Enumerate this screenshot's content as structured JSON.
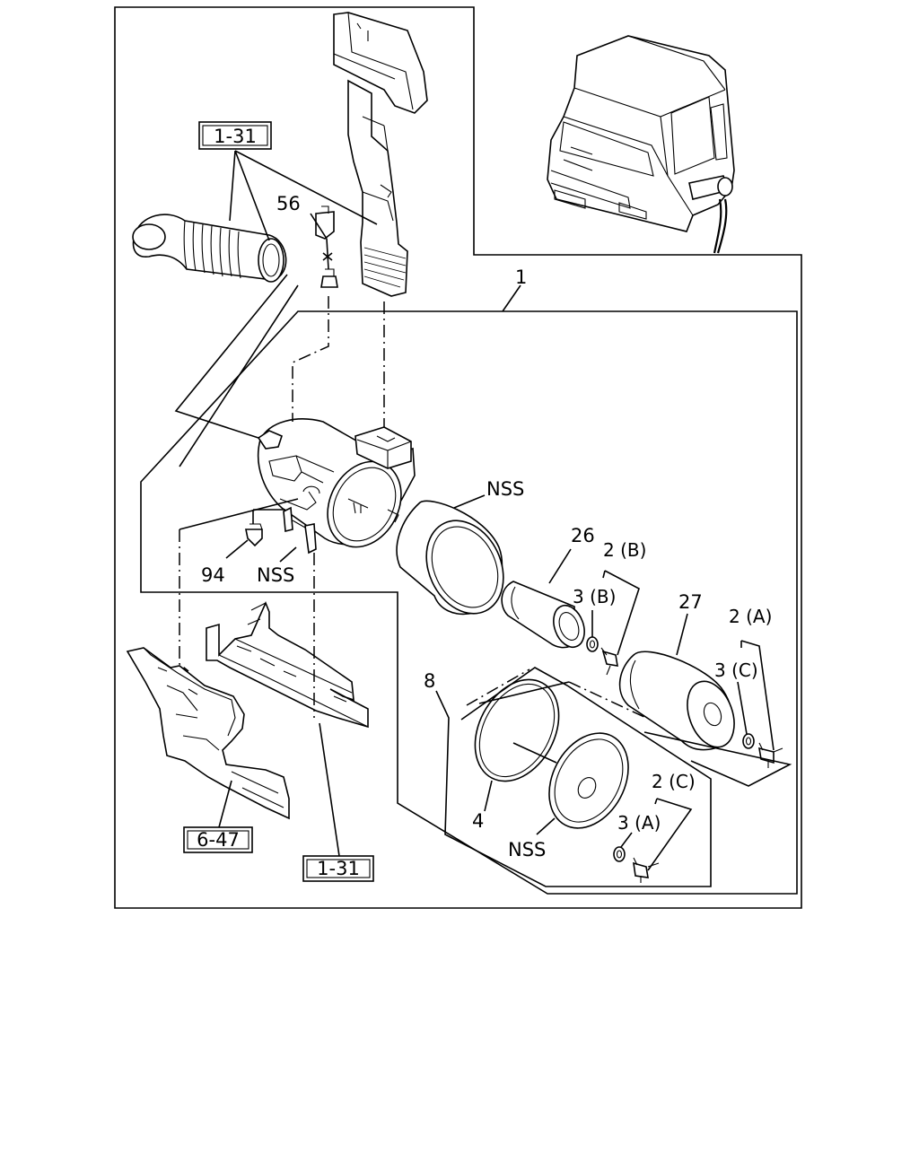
{
  "diagram": {
    "ref_boxes": {
      "ref_top_left": "1-31",
      "ref_bottom_left": "6-47",
      "ref_bottom_right": "1-31"
    },
    "labels": {
      "assembly": "1",
      "sensor": "56",
      "clip": "94",
      "nss_bracket": "NSS",
      "nss_outer": "NSS",
      "nss_cover": "NSS",
      "primary_element": "26",
      "secondary_element": "27",
      "cover_assembly": "8",
      "seal_ring": "4",
      "bolt_b": "2 (B)",
      "washer_b": "3 (B)",
      "bolt_a": "2 (A)",
      "washer_c": "3 (C)",
      "bolt_c": "2 (C)",
      "washer_a": "3 (A)"
    }
  }
}
